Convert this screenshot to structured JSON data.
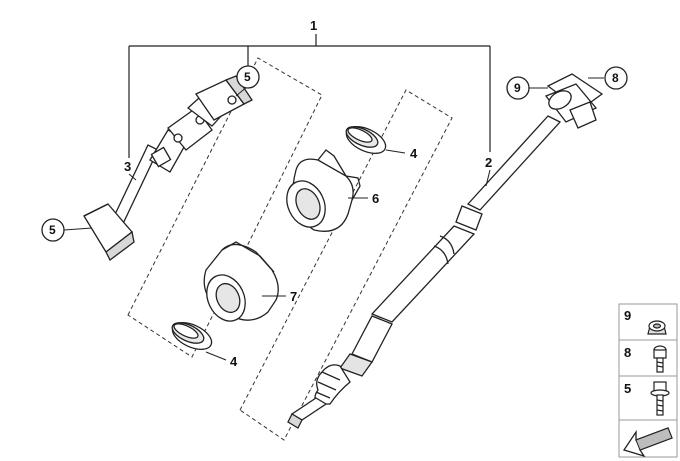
{
  "callouts": {
    "c1": "1",
    "c2": "2",
    "c3": "3",
    "c4_top": "4",
    "c4_bottom": "4",
    "c5_top": "5",
    "c5_left": "5",
    "c6": "6",
    "c7": "7",
    "c8": "8",
    "c9": "9"
  },
  "legend": {
    "items": [
      {
        "num": "9",
        "icon": "nut-icon"
      },
      {
        "num": "8",
        "icon": "bolt-icon"
      },
      {
        "num": "5",
        "icon": "collar-bolt-icon"
      }
    ]
  },
  "colors": {
    "line": "#222222",
    "part_fill": "#ffffff",
    "shade": "#cfcfcf",
    "legend_border": "#9a9a9a"
  }
}
